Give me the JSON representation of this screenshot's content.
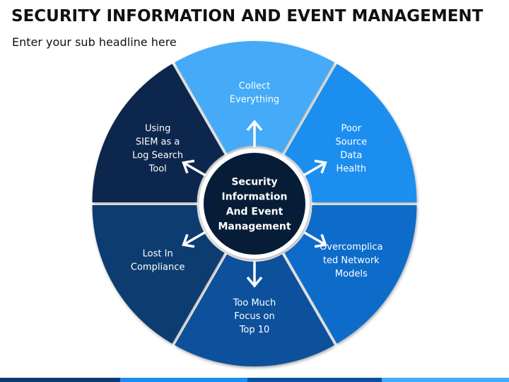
{
  "header": {
    "title": "SECURITY INFORMATION AND EVENT MANAGEMENT",
    "subtitle": "Enter your sub headline here"
  },
  "center": {
    "lines": [
      "Security",
      "Information",
      "And Event",
      "Management"
    ]
  },
  "segments": [
    {
      "lines": [
        "Collect",
        "Everything"
      ],
      "color": "#44aaf8"
    },
    {
      "lines": [
        "Poor",
        "Source",
        "Data",
        "Health"
      ],
      "color": "#1e8ef0"
    },
    {
      "lines": [
        "Overcomplica",
        "ted Network",
        "Models"
      ],
      "color": "#0a6cc9"
    },
    {
      "lines": [
        "Too Much",
        "Focus on",
        "Top 10"
      ],
      "color": "#0a519c"
    },
    {
      "lines": [
        "Lost In",
        "Compliance"
      ],
      "color": "#0a3c70"
    },
    {
      "lines": [
        "Using",
        "SIEM as a",
        "Log Search",
        "Tool"
      ],
      "color": "#08284e"
    }
  ],
  "colors": {
    "center_fill": "#071c36",
    "arrow": "#ffffff",
    "footer": [
      "#0a3c70",
      "#1e8ef0",
      "#0a519c",
      "#44aaf8"
    ]
  }
}
